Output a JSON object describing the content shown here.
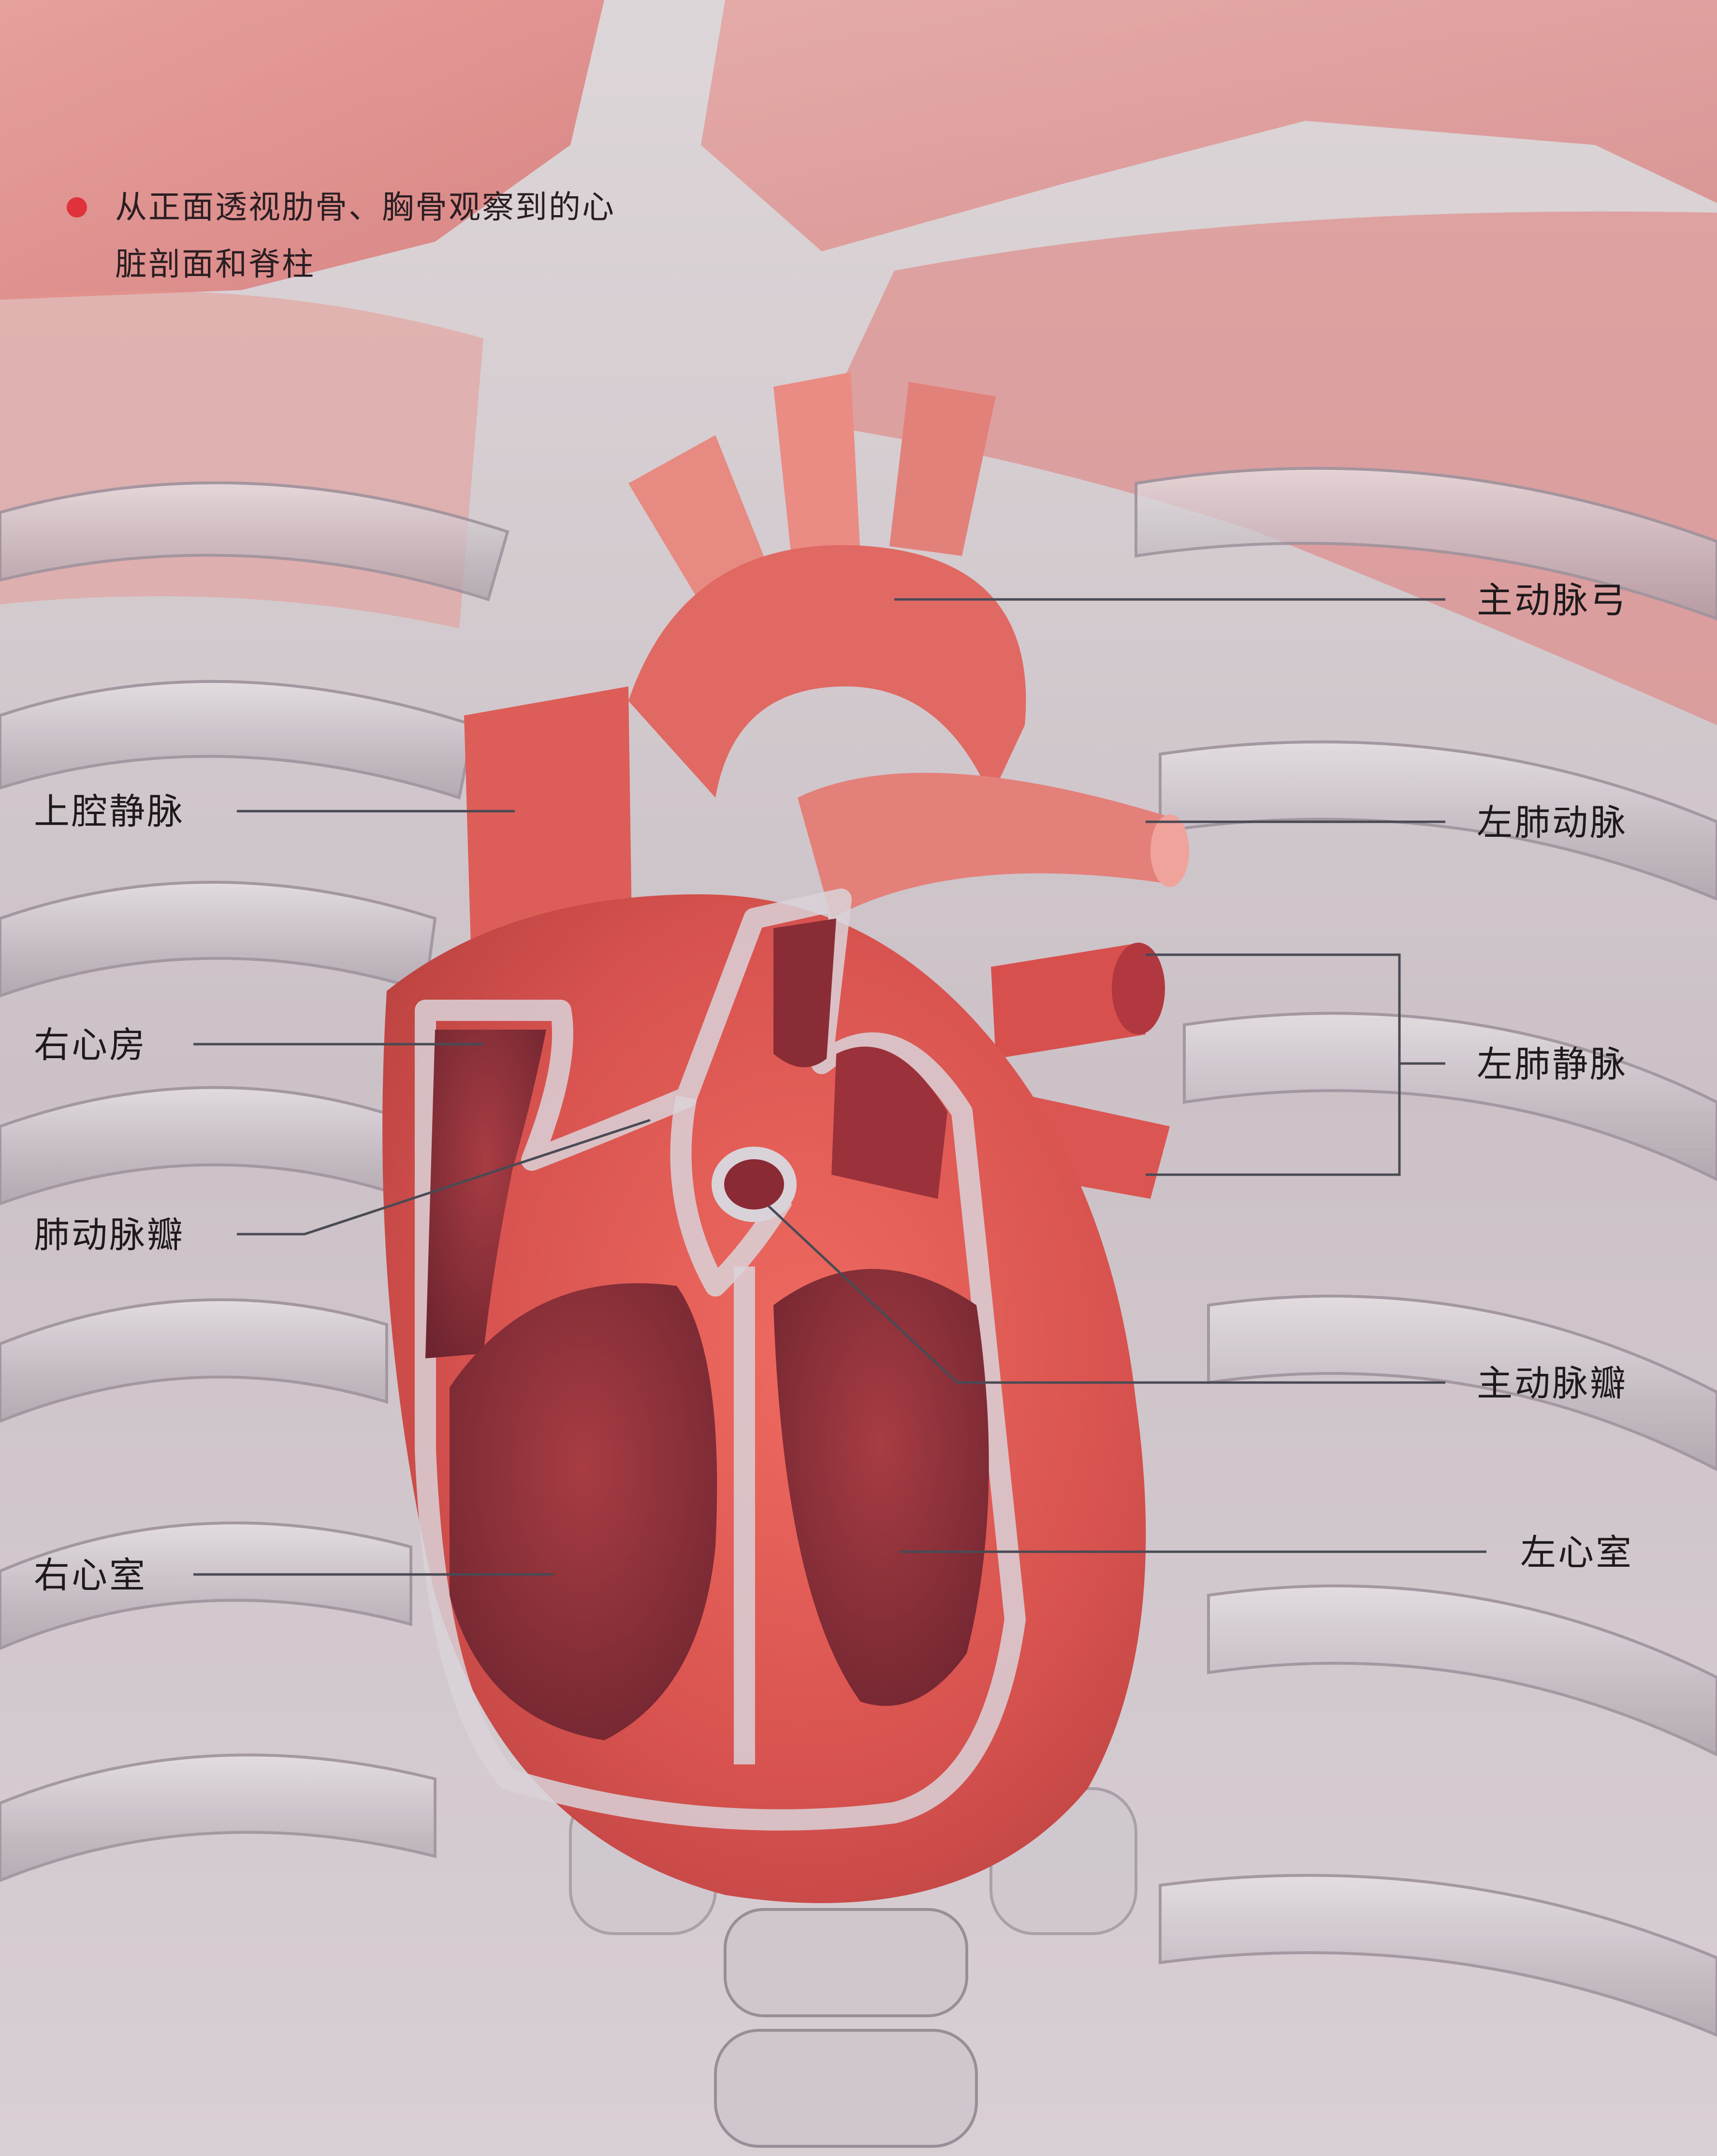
{
  "caption": {
    "bullet_color": "#e0323a",
    "text": "从正面透视肋骨、胸骨观察到的心脏剖面和脊柱"
  },
  "labels": {
    "aortic_arch": "主动脉弓",
    "superior_vena_cava": "上腔静脉",
    "left_pulmonary_artery": "左肺动脉",
    "right_atrium": "右心房",
    "left_pulmonary_veins": "左肺静脉",
    "pulmonary_valve": "肺动脉瓣",
    "aortic_valve": "主动脉瓣",
    "right_ventricle": "右心室",
    "left_ventricle": "左心室"
  },
  "colors": {
    "heart": "#d9554f",
    "heart_dark": "#7e2a31",
    "ribs": "#c6bcc4",
    "muscle": "#e27f7a",
    "leader_line": "#4a4a55"
  }
}
